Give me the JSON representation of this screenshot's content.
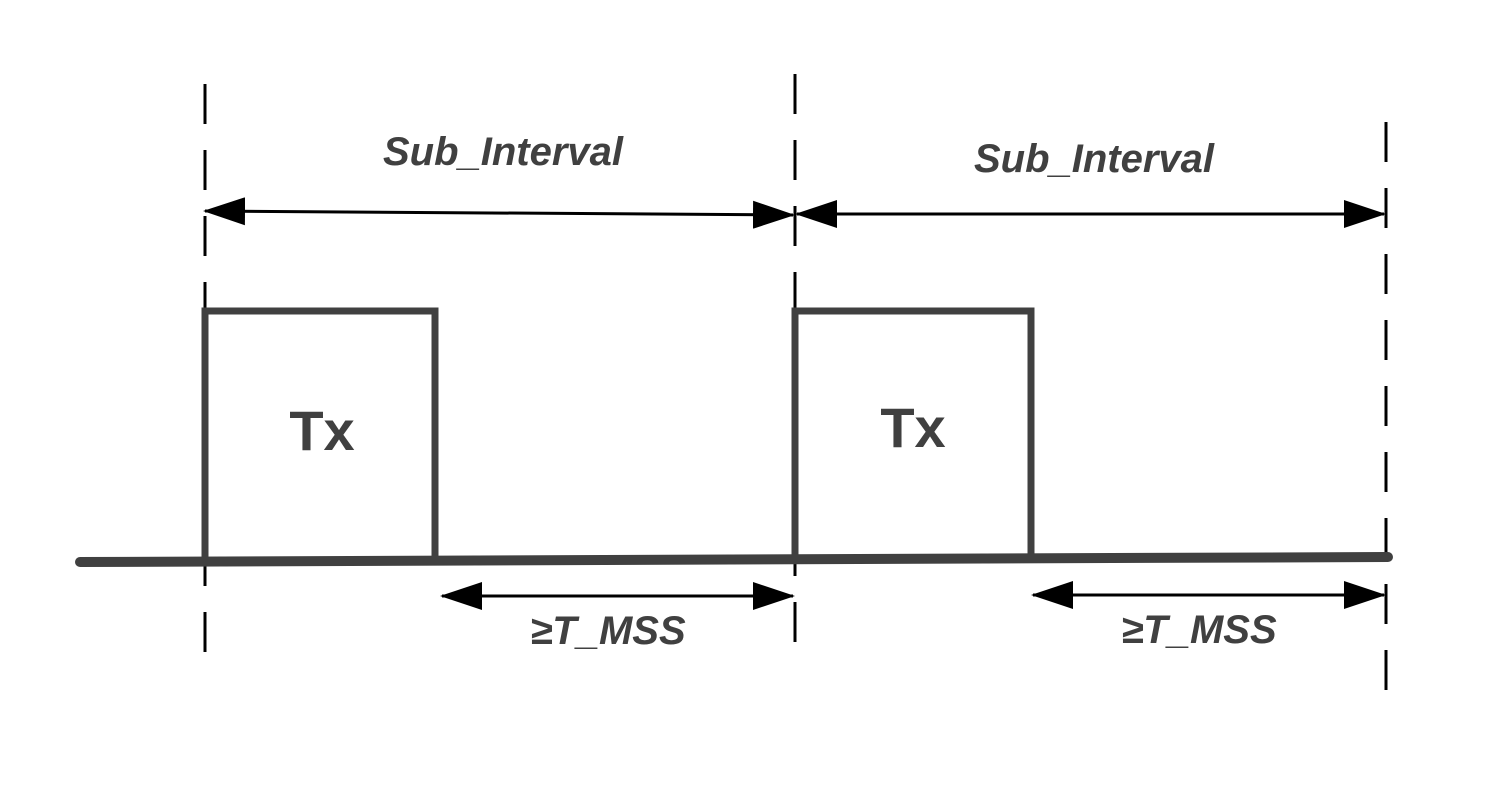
{
  "colors": {
    "ink": "#404040",
    "marker": "#000000",
    "background": "#ffffff"
  },
  "labels": {
    "sub_interval_1": "Sub_Interval",
    "sub_interval_2": "Sub_Interval",
    "tx_1": "Tx",
    "tx_2": "Tx",
    "tmss_1": "≥T_MSS",
    "tmss_2": "≥T_MSS"
  }
}
